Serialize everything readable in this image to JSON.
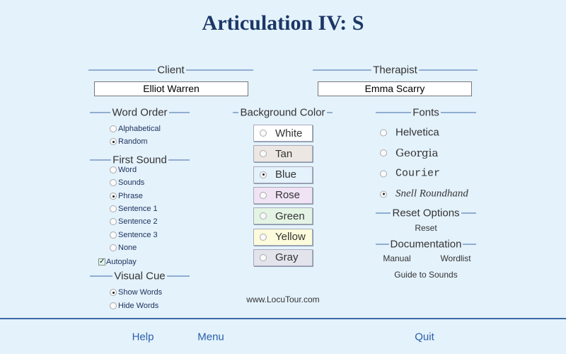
{
  "title": "Articulation IV: S",
  "client": {
    "label": "Client",
    "value": "Elliot Warren"
  },
  "therapist": {
    "label": "Therapist",
    "value": "Emma Scarry"
  },
  "word_order": {
    "label": "Word Order",
    "options": [
      "Alphabetical",
      "Random"
    ],
    "selected": "Random"
  },
  "first_sound": {
    "label": "First Sound",
    "options": [
      "Word",
      "Sounds",
      "Phrase",
      "Sentence 1",
      "Sentence 2",
      "Sentence 3",
      "None"
    ],
    "selected": "Phrase"
  },
  "autoplay": {
    "label": "Autoplay",
    "checked": true
  },
  "visual_cue": {
    "label": "Visual Cue",
    "options": [
      "Show Words",
      "Hide Words"
    ],
    "selected": "Show Words"
  },
  "background_color": {
    "label": "Background Color",
    "options": [
      {
        "label": "White",
        "color": "#ffffff"
      },
      {
        "label": "Tan",
        "color": "#ece7e2"
      },
      {
        "label": "Blue",
        "color": "#e4f2fc"
      },
      {
        "label": "Rose",
        "color": "#efe3f4"
      },
      {
        "label": "Green",
        "color": "#e4f4e4"
      },
      {
        "label": "Yellow",
        "color": "#fcfcdc"
      },
      {
        "label": "Gray",
        "color": "#e3e3ec"
      }
    ],
    "selected": "Blue"
  },
  "fonts": {
    "label": "Fonts",
    "options": [
      "Helvetica",
      "Georgia",
      "Courier",
      "Snell Roundhand"
    ],
    "selected": "Snell Roundhand"
  },
  "reset": {
    "label": "Reset Options",
    "button": "Reset"
  },
  "documentation": {
    "label": "Documentation",
    "manual": "Manual",
    "wordlist": "Wordlist",
    "guide": "Guide to Sounds"
  },
  "website": "www.LocuTour.com",
  "footer": {
    "help": "Help",
    "menu": "Menu",
    "quit": "Quit"
  }
}
